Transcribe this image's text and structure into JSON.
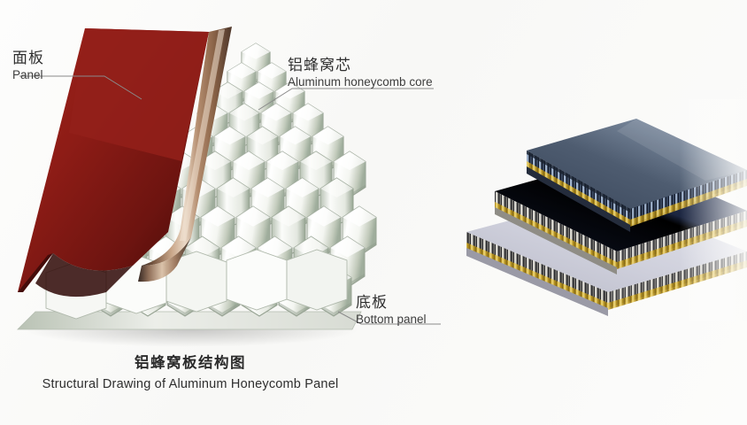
{
  "figure": {
    "background_color": "#fbfbfa",
    "caption": {
      "cn": "铝蜂窝板结构图",
      "en": "Structural Drawing of Aluminum Honeycomb Panel"
    }
  },
  "labels": {
    "panel": {
      "cn": "面板",
      "en": "Panel"
    },
    "core": {
      "cn": "铝蜂窝芯",
      "en": "Aluminum honeycomb core"
    },
    "bottom": {
      "cn": "底板",
      "en": "Bottom panel"
    }
  },
  "diagram": {
    "face_panel_color": "#8e1c16",
    "face_panel_shadow_color": "#4a0b08",
    "panel_curl_metal_color": "#8d6a52",
    "honeycomb_cell_color": "#f2f3f0",
    "honeycomb_edge_color": "#9aa596",
    "bottom_panel_color": "#e9ebe6",
    "leader_line_color": "#8a8a8a"
  },
  "photo": {
    "panels": [
      {
        "name": "top-panel",
        "face_color": "#5d6a7c",
        "core_color": "#1d2738"
      },
      {
        "name": "middle-panel",
        "face_color": "#161d31",
        "core_color": "#cfc9bd"
      },
      {
        "name": "bottom-panel",
        "face_color": "#c9c9d4",
        "core_color": "#2a2a2a"
      }
    ],
    "adhesive_color": "#c8a227"
  }
}
